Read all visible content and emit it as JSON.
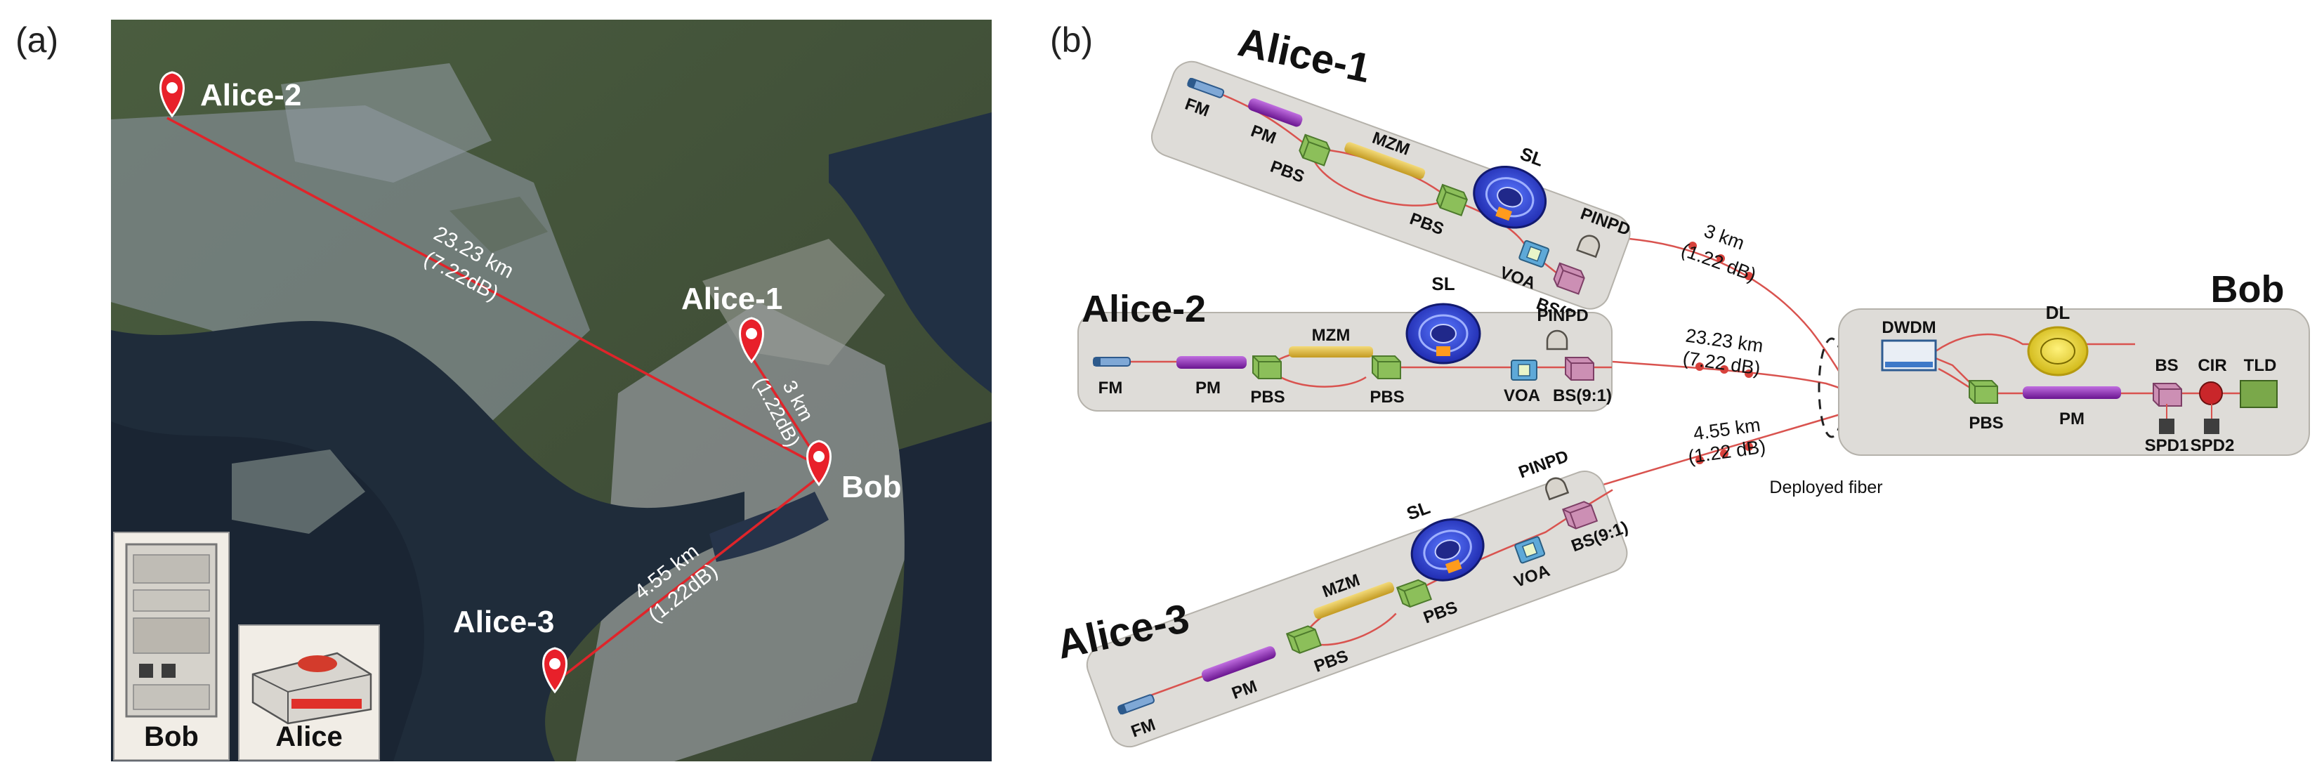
{
  "panel_a": {
    "label": "(a)",
    "sites": {
      "alice1": "Alice-1",
      "alice2": "Alice-2",
      "alice3": "Alice-3",
      "bob": "Bob"
    },
    "links": {
      "alice2": {
        "distance": "23.23 km",
        "loss": "(7.22dB)"
      },
      "alice1": {
        "distance": "3 km",
        "loss": "(1.22dB)"
      },
      "alice3": {
        "distance": "4.55 km",
        "loss": "(1.22dB)"
      }
    },
    "insets": {
      "bob": "Bob",
      "alice": "Alice"
    },
    "colors": {
      "pin": "#e8202a",
      "link": "#e0242a",
      "label": "#ffffff"
    }
  },
  "panel_b": {
    "label": "(b)",
    "senders": {
      "alice1": {
        "name": "Alice-1",
        "fm": "FM",
        "pm": "PM",
        "pbs_a": "PBS",
        "mzm": "MZM",
        "pbs_b": "PBS",
        "sl": "SL",
        "voa": "VOA",
        "pinpd": "PINPD",
        "bs": "BS(9:1)"
      },
      "alice2": {
        "name": "Alice-2",
        "fm": "FM",
        "pm": "PM",
        "pbs_a": "PBS",
        "mzm": "MZM",
        "pbs_b": "PBS",
        "sl": "SL",
        "voa": "VOA",
        "pinpd": "PINPD",
        "bs": "BS(9:1)"
      },
      "alice3": {
        "name": "Alice-3",
        "fm": "FM",
        "pm": "PM",
        "pbs_a": "PBS",
        "mzm": "MZM",
        "pbs_b": "PBS",
        "sl": "SL",
        "voa": "VOA",
        "pinpd": "PINPD",
        "bs": "BS(9:1)"
      }
    },
    "fibers": {
      "alice1": {
        "distance": "3 km",
        "loss": "(1.22 dB)"
      },
      "alice2": {
        "distance": "23.23 km",
        "loss": "(7.22 dB)"
      },
      "alice3": {
        "distance": "4.55 km",
        "loss": "(1.22 dB)"
      },
      "deployed": "Deployed fiber"
    },
    "receiver": {
      "name": "Bob",
      "dwdm": "DWDM",
      "dl": "DL",
      "pbs": "PBS",
      "pm": "PM",
      "bs": "BS",
      "cir": "CIR",
      "tld": "TLD",
      "spd1": "SPD1",
      "spd2": "SPD2"
    },
    "colors": {
      "board": "#dedcd8",
      "fiber": "#d9534f",
      "sl": "#2f3fd0",
      "mzm": "#e2c046",
      "pm": "#8a1fb0"
    }
  }
}
